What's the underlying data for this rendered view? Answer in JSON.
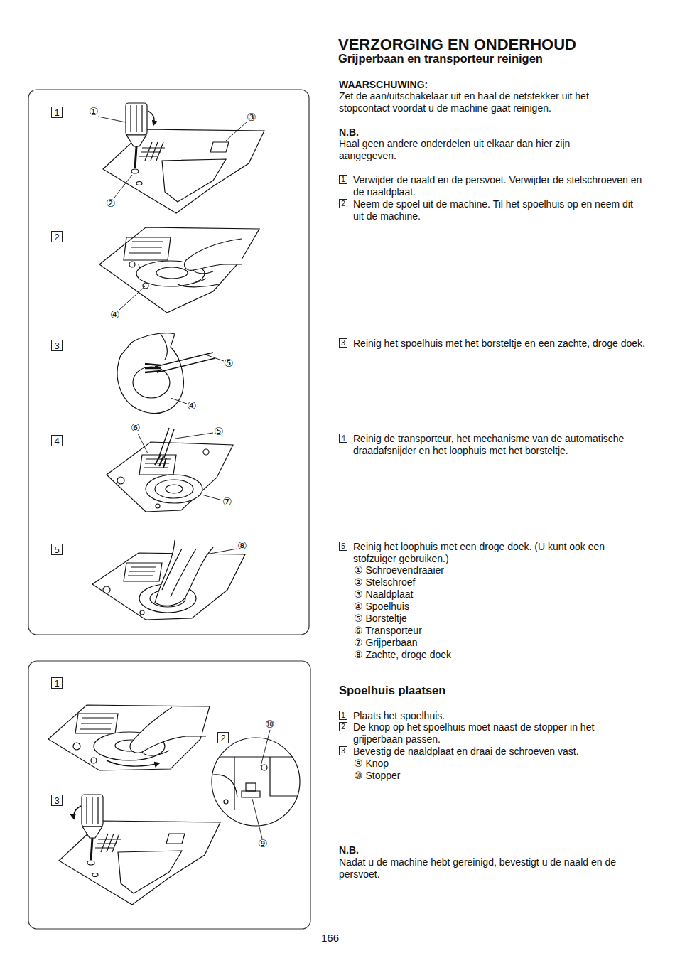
{
  "diagram": {
    "title": "VERZORGING EN ONDERHOUD",
    "nodes": [
      {
        "text": [
          "1"
        ]
      },
      {
        "text": [
          "1"
        ]
      },
      {
        "text": [
          "2"
        ]
      },
      {
        "text": [
          "2"
        ]
      },
      {
        "text": [
          "3"
        ]
      },
      {
        "text": [
          "3"
        ]
      },
      {
        "text": [
          "4"
        ]
      },
      {
        "text": [
          "4"
        ]
      },
      {
        "text": [
          "5"
        ]
      },
      {
        "text": [
          "5"
        ]
      },
      {
        "text": [
          "1"
        ]
      },
      {
        "text": [
          "1"
        ]
      },
      {
        "text": [
          "2"
        ]
      },
      {
        "text": [
          "2"
        ]
      },
      {
        "text": [
          "3"
        ]
      },
      {
        "text": [
          "3"
        ]
      }
    ],
    "edges": [],
    "labels": [
      "Grijperbaan en transporteur reinigen",
      "WAARSCHUWING:",
      "Zet de aan/uitschakelaar uit en haal de netstekker uit het stopcontact voordat u de machine gaat reinigen.",
      "N.B.",
      "Haal geen andere onderdelen uit elkaar dan hier zijn aangegeven.",
      "Verwijder de naald en de persvoet. Verwijder de stelschroeven en de naaldplaat.",
      "Neem de spoel uit de machine. Til het spoelhuis op en neem dit uit de machine.",
      "Reinig het spoelhuis met het borsteltje en een zachte, droge doek.",
      "Reinig de transporteur, het mechanisme van de automatische draadafsnijder en het loophuis met het borsteltje.",
      "Reinig het loophuis met een droge doek. (U kunt ook een stofzuiger gebruiken.)",
      "① Schroevendraaier",
      "② Stelschroef",
      "③ Naaldplaat",
      "④ Spoelhuis",
      "⑤ Borsteltje",
      "⑥ Transporteur",
      "⑦ Grijperbaan",
      "⑧ Zachte, droge doek",
      "Spoelhuis plaatsen",
      "Plaats het spoelhuis.",
      "De knop op het spoelhuis moet naast de stopper in het grijperbaan passen.",
      "Bevestig de naaldplaat en draai de schroeven vast.",
      "⑨ Knop",
      "⑩ Stopper",
      "N.B.",
      "Nadat u de machine hebt gereinigd, bevestigt u de naald en de persvoet.",
      "166",
      "①",
      "③",
      "②",
      "④",
      "⑤",
      "④",
      "⑥",
      "⑤",
      "⑦",
      "⑧",
      "⑩",
      "⑨"
    ]
  }
}
